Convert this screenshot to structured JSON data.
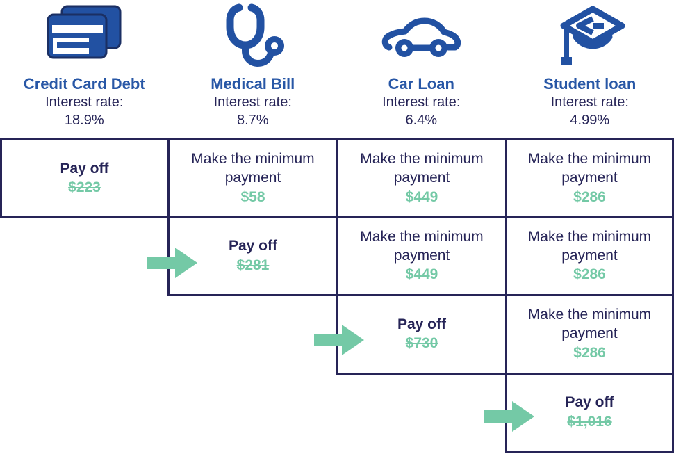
{
  "palette": {
    "navy": "#262457",
    "blue": "#2857A6",
    "icon_blue": "#2251A2",
    "icon_outline": "#1B2F63",
    "green": "#74C9A6",
    "bg": "#FFFFFF"
  },
  "columns": [
    {
      "icon": "credit-card-icon",
      "title": "Credit Card Debt",
      "interest_label": "Interest rate:",
      "interest_rate": "18.9%"
    },
    {
      "icon": "stethoscope-icon",
      "title": "Medical Bill",
      "interest_label": "Interest rate:",
      "interest_rate": "8.7%"
    },
    {
      "icon": "car-icon",
      "title": "Car Loan",
      "interest_label": "Interest rate:",
      "interest_rate": "6.4%"
    },
    {
      "icon": "graduation-cap-icon",
      "title": "Student loan",
      "interest_label": "Interest rate:",
      "interest_rate": "4.99%"
    }
  ],
  "grid": {
    "payoff_label": "Pay off",
    "minimum_label": "Make the minimum payment",
    "rows": [
      {
        "cells": [
          {
            "col": "credit-card",
            "type": "payoff",
            "amount": "$223",
            "struck": true
          },
          {
            "col": "medical",
            "type": "minimum",
            "amount": "$58"
          },
          {
            "col": "car",
            "type": "minimum",
            "amount": "$449"
          },
          {
            "col": "student",
            "type": "minimum",
            "amount": "$286"
          }
        ]
      },
      {
        "cells": [
          {
            "col": "medical",
            "type": "payoff",
            "amount": "$281",
            "struck": true,
            "arrow": true
          },
          {
            "col": "car",
            "type": "minimum",
            "amount": "$449"
          },
          {
            "col": "student",
            "type": "minimum",
            "amount": "$286"
          }
        ]
      },
      {
        "cells": [
          {
            "col": "car",
            "type": "payoff",
            "amount": "$730",
            "struck": true,
            "arrow": true
          },
          {
            "col": "student",
            "type": "minimum",
            "amount": "$286"
          }
        ]
      },
      {
        "cells": [
          {
            "col": "student",
            "type": "payoff",
            "amount": "$1,016",
            "struck": true,
            "arrow": true
          }
        ]
      }
    ]
  }
}
